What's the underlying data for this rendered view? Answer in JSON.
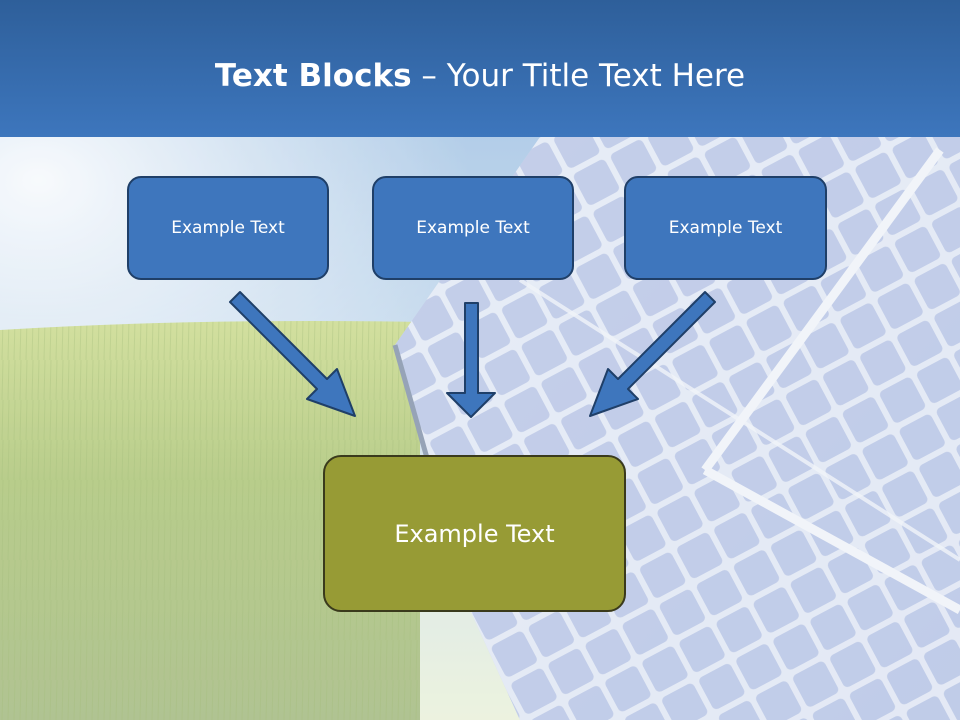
{
  "slide": {
    "title_bold": "Text Blocks",
    "title_dash": " – ",
    "title_rest": "Your Title Text Here",
    "top_boxes": [
      {
        "label": "Example Text"
      },
      {
        "label": "Example Text"
      },
      {
        "label": "Example Text"
      }
    ],
    "bottom_box": {
      "label": "Example Text"
    }
  },
  "colors": {
    "header": "#3d76bd",
    "box_fill": "#3e76bd",
    "box_border": "#1f3f68",
    "bottom_box_fill": "#979b35",
    "arrow_fill": "#3e76bd",
    "arrow_stroke": "#1f3f68"
  }
}
